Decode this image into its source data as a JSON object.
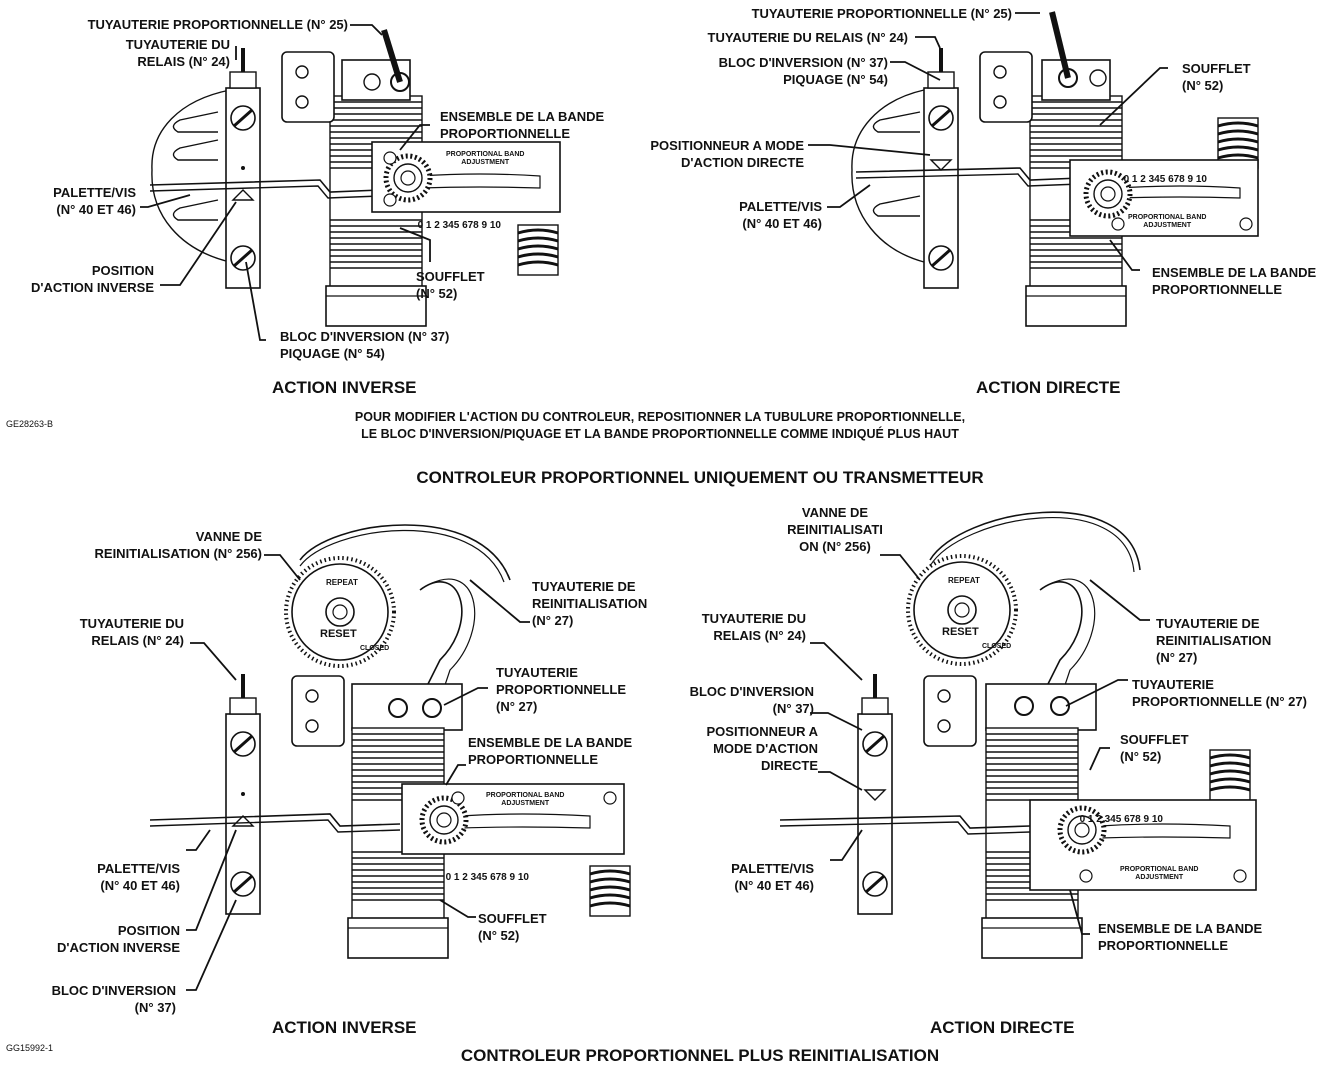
{
  "top": {
    "left": {
      "proportional_tubing": "TUYAUTERIE PROPORTIONNELLE (N° 25)",
      "relay_tubing": "TUYAUTERIE DU\nRELAIS (N° 24)",
      "band_assembly": "ENSEMBLE DE LA BANDE\nPROPORTIONNELLE",
      "flapper_screw": "PALETTE/VIS\n(N° 40 ET 46)",
      "reverse_position": "POSITION\nD'ACTION INVERSE",
      "bellows": "SOUFFLET\n(N° 52)",
      "reversing_block": "BLOC D'INVERSION (N° 37)\nPIQUAGE (N° 54)",
      "action": "ACTION INVERSE"
    },
    "right": {
      "proportional_tubing": "TUYAUTERIE PROPORTIONNELLE (N° 25)",
      "relay_tubing": "TUYAUTERIE DU RELAIS (N° 24)",
      "reversing_block": "BLOC D'INVERSION (N° 37)\nPIQUAGE (N° 54)",
      "direct_positioner": "POSITIONNEUR A MODE\nD'ACTION DIRECTE",
      "flapper_screw": "PALETTE/VIS\n(N° 40 ET 46)",
      "bellows": "SOUFFLET\n(N° 52)",
      "band_assembly": "ENSEMBLE DE LA BANDE\nPROPORTIONNELLE",
      "action": "ACTION DIRECTE"
    },
    "fig_id": "GE28263-B",
    "note": "POUR MODIFIER L'ACTION DU CONTROLEUR, REPOSITIONNER LA TUBULURE PROPORTIONNELLE,\nLE BLOC D'INVERSION/PIQUAGE ET LA BANDE PROPORTIONNELLE COMME INDIQUÉ PLUS HAUT",
    "section_title": "CONTROLEUR PROPORTIONNEL UNIQUEMENT OU TRANSMETTEUR"
  },
  "bottom": {
    "left": {
      "reset_valve": "VANNE DE\nREINITIALISATION (N° 256)",
      "reset_tubing": "TUYAUTERIE DE\nREINITIALISATION\n(N° 27)",
      "relay_tubing": "TUYAUTERIE DU\nRELAIS (N° 24)",
      "proportional_tubing": "TUYAUTERIE\nPROPORTIONNELLE\n(N° 27)",
      "band_assembly": "ENSEMBLE DE LA BANDE\nPROPORTIONNELLE",
      "flapper_screw": "PALETTE/VIS\n(N° 40 ET 46)",
      "reverse_position": "POSITION\nD'ACTION INVERSE",
      "reversing_block": "BLOC D'INVERSION\n(N° 37)",
      "bellows": "SOUFFLET\n(N° 52)",
      "action": "ACTION INVERSE"
    },
    "right": {
      "reset_valve": "VANNE DE\nREINITIALISATI\nON (N° 256)",
      "relay_tubing": "TUYAUTERIE DU\nRELAIS (N° 24)",
      "reset_tubing": "TUYAUTERIE DE\nREINITIALISATION\n(N° 27)",
      "proportional_tubing": "TUYAUTERIE\nPROPORTIONNELLE (N° 27)",
      "reversing_block": "BLOC D'INVERSION\n(N° 37)",
      "direct_positioner": "POSITIONNEUR A\nMODE D'ACTION\nDIRECTE",
      "bellows": "SOUFFLET\n(N° 52)",
      "flapper_screw": "PALETTE/VIS\n(N° 40 ET 46)",
      "band_assembly": "ENSEMBLE DE LA BANDE\nPROPORTIONNELLE",
      "action": "ACTION DIRECTE"
    },
    "fig_id": "GG15992-1",
    "section_title": "CONTROLEUR PROPORTIONNEL PLUS REINITIALISATION"
  },
  "dial": {
    "band_text": "PROPORTIONAL BAND\nADJUSTMENT",
    "scale": [
      "0",
      "1",
      "2",
      "345",
      "678",
      "9",
      "10"
    ]
  },
  "reset_dial": {
    "reset_text": "RESET",
    "repeat_text": "REPEAT",
    "closed_text": "CLOSED"
  }
}
